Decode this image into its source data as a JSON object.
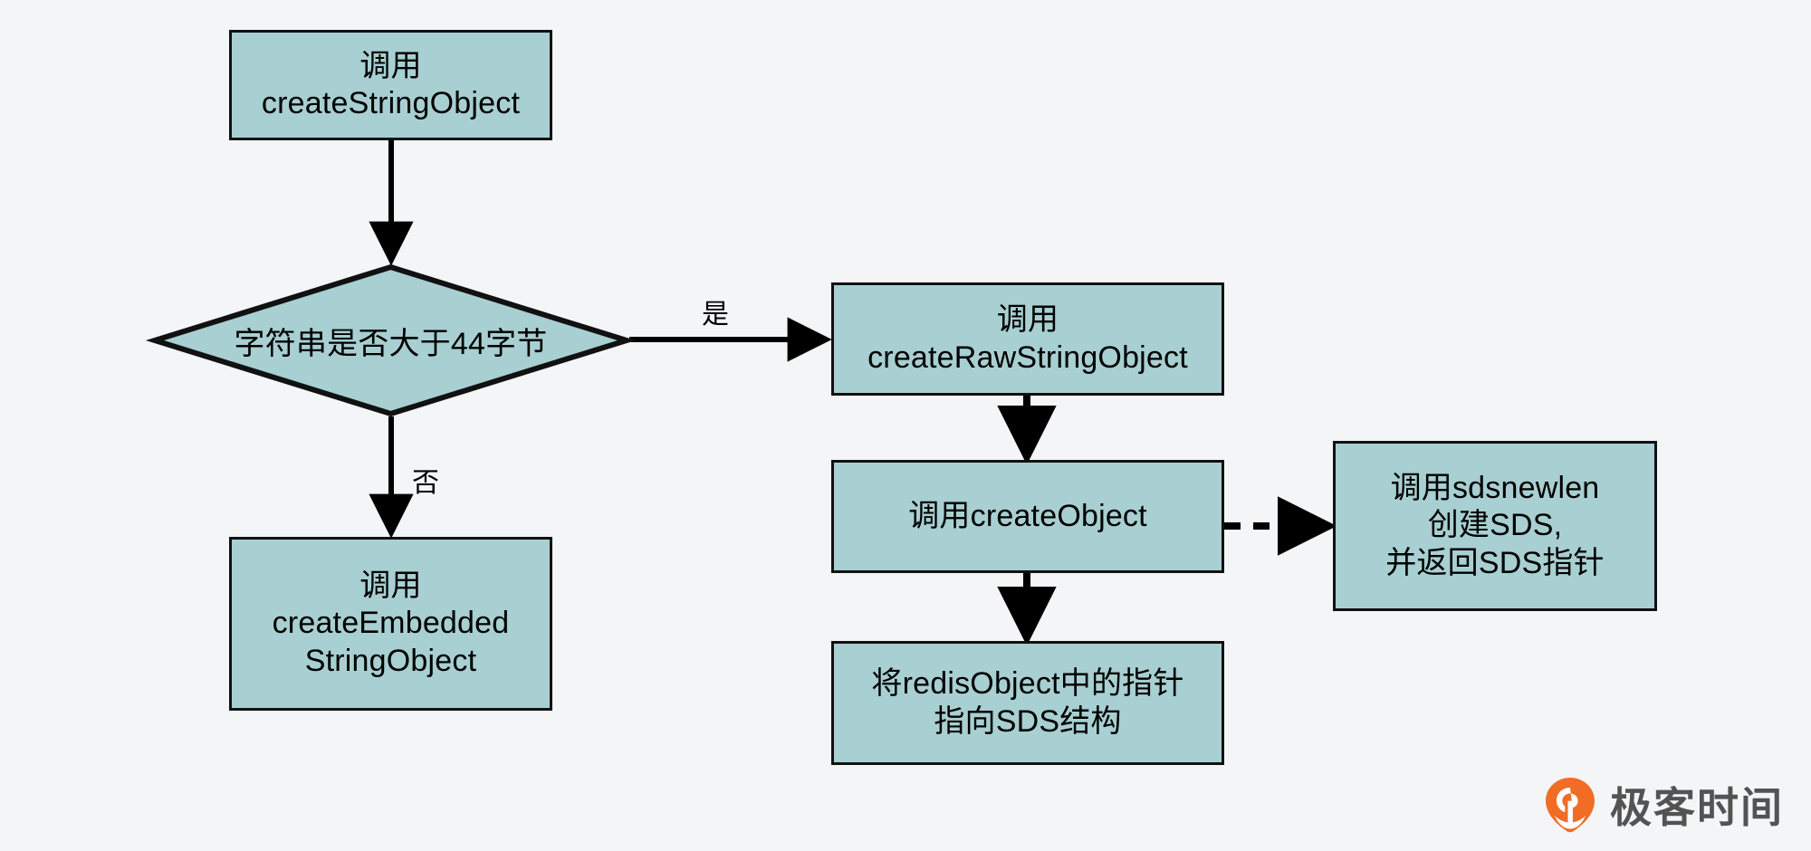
{
  "diagram": {
    "title": "createStringObject flow",
    "background_color": "#f4f5f7",
    "node_fill_color": "#a8cfd1",
    "node_border_color": "#111111",
    "nodes": [
      {
        "id": "create-string-object",
        "shape": "rect",
        "text": "调用\ncreateStringObject"
      },
      {
        "id": "length-decision",
        "shape": "diamond",
        "text": "字符串是否大于44字节"
      },
      {
        "id": "create-raw-string-object",
        "shape": "rect",
        "text": "调用\ncreateRawStringObject"
      },
      {
        "id": "create-object",
        "shape": "rect",
        "text": "调用createObject"
      },
      {
        "id": "sdsnewlen",
        "shape": "rect",
        "text": "调用sdsnewlen\n创建SDS,\n并返回SDS指针"
      },
      {
        "id": "point-to-sds",
        "shape": "rect",
        "text": "将redisObject中的指针\n指向SDS结构"
      },
      {
        "id": "create-embedded-string-object",
        "shape": "rect",
        "text": "调用\ncreateEmbedded\nStringObject"
      }
    ],
    "edges": [
      {
        "id": "e1",
        "from": "create-string-object",
        "to": "length-decision",
        "label": "",
        "style": "solid"
      },
      {
        "id": "e2",
        "from": "length-decision",
        "to": "create-raw-string-object",
        "label": "是",
        "style": "solid"
      },
      {
        "id": "e3",
        "from": "length-decision",
        "to": "create-embedded-string-object",
        "label": "否",
        "style": "solid"
      },
      {
        "id": "e4",
        "from": "create-raw-string-object",
        "to": "create-object",
        "label": "",
        "style": "solid"
      },
      {
        "id": "e5",
        "from": "create-object",
        "to": "sdsnewlen",
        "label": "",
        "style": "dashed"
      },
      {
        "id": "e6",
        "from": "create-object",
        "to": "point-to-sds",
        "label": "",
        "style": "solid"
      }
    ],
    "edge_labels": {
      "yes": "是",
      "no": "否"
    }
  },
  "watermark": {
    "text": "极客时间",
    "logo_color": "#f1681d",
    "text_color": "#4d4d4d"
  }
}
